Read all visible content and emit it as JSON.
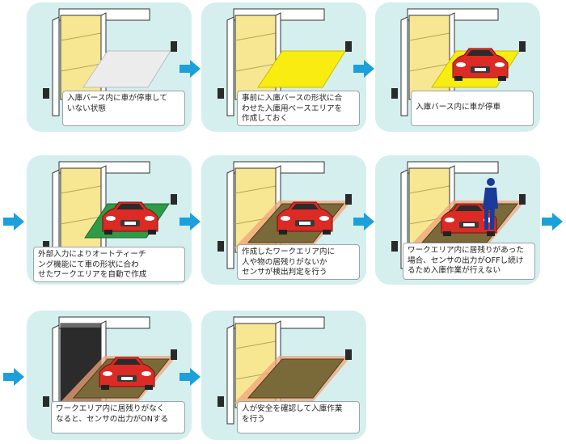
{
  "colors": {
    "panel_bg": "#d5efef",
    "shutter": "#f7e793",
    "parking_base": "#ececec",
    "base_area": "#f8ec10",
    "work_area_green": "#2f9a48",
    "work_area_brown": "#7a6a3a",
    "sensor_beam": "#f2a479",
    "car_body": "#dc2a25",
    "arrow": "#1ca0dc",
    "person": "#1b3a9c"
  },
  "steps": [
    {
      "caption": "入庫バース内に車が停車して\nいない状態"
    },
    {
      "caption": "事前に入庫バースの形状に合\nわせた入庫用ベースエリアを\n作成しておく"
    },
    {
      "caption": "入庫バース内に車が停車"
    },
    {
      "caption": "外部入力によりオートティーチ\nング機能にて車の形状に合わ\nせたワークエリアを自動で作成"
    },
    {
      "caption": "作成したワークエリア内に\n人や物の居残りがないか\nセンサが検出判定を行う"
    },
    {
      "caption": "ワークエリア内に居残りがあった\n場合、センサの出力がOFFし続け\nるため入庫作業が行えない"
    },
    {
      "caption": "ワークエリア内に居残りがなく\nなると、センサの出力がONする"
    },
    {
      "caption": "人が安全を確認して入庫作業\nを行う"
    }
  ],
  "arrow_icon": "right-arrow-icon"
}
